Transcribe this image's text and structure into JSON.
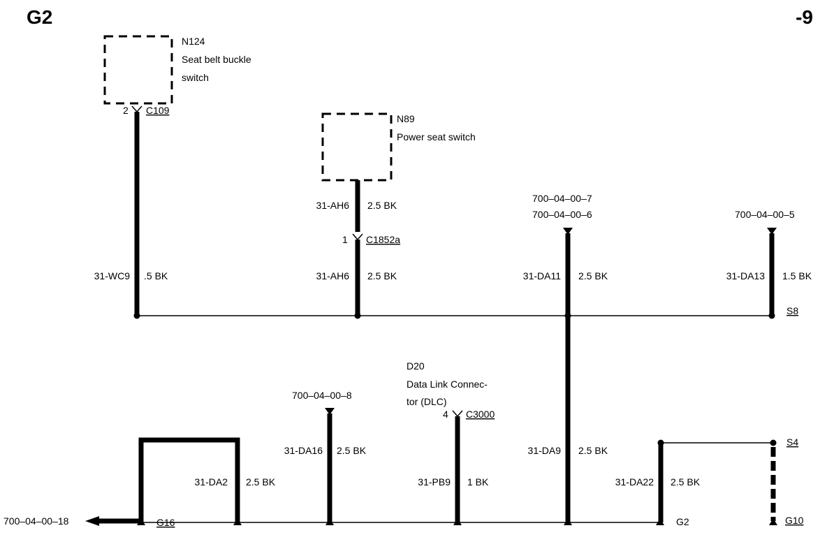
{
  "header": {
    "page_title": "G2",
    "page_number": "-9"
  },
  "components": {
    "n124": {
      "id": "N124",
      "line1": "Seat belt buckle",
      "line2": "switch",
      "pin": "2",
      "connector": "C109"
    },
    "n89": {
      "id": "N89",
      "name": "Power seat switch"
    },
    "d20": {
      "id": "D20",
      "line1": "Data Link Connec-",
      "line2": "tor (DLC)",
      "pin": "4",
      "connector": "C3000"
    }
  },
  "wires": {
    "wc9": {
      "circuit": "31-WC9",
      "spec": ".5 BK"
    },
    "ah6_upper": {
      "circuit": "31-AH6",
      "spec": "2.5 BK"
    },
    "c1852a": {
      "pin": "1",
      "connector": "C1852a"
    },
    "ah6_lower": {
      "circuit": "31-AH6",
      "spec": "2.5 BK"
    },
    "da11": {
      "circuit": "31-DA11",
      "spec": "2.5 BK",
      "ref1": "700–04–00–7",
      "ref2": "700–04–00–6"
    },
    "da13": {
      "circuit": "31-DA13",
      "spec": "1.5 BK",
      "ref": "700–04–00–5"
    },
    "da16": {
      "circuit": "31-DA16",
      "spec": "2.5 BK",
      "ref": "700–04–00–8"
    },
    "da2": {
      "circuit": "31-DA2",
      "spec": "2.5 BK"
    },
    "pb9": {
      "circuit": "31-PB9",
      "spec": "1 BK"
    },
    "da9": {
      "circuit": "31-DA9",
      "spec": "2.5 BK"
    },
    "da22": {
      "circuit": "31-DA22",
      "spec": "2.5 BK"
    }
  },
  "splices": {
    "s8": "S8",
    "s4": "S4"
  },
  "grounds": {
    "g16": "G16",
    "g2": "G2",
    "g10": "G10"
  },
  "offpage": {
    "left_ref": "700–04–00–18"
  }
}
